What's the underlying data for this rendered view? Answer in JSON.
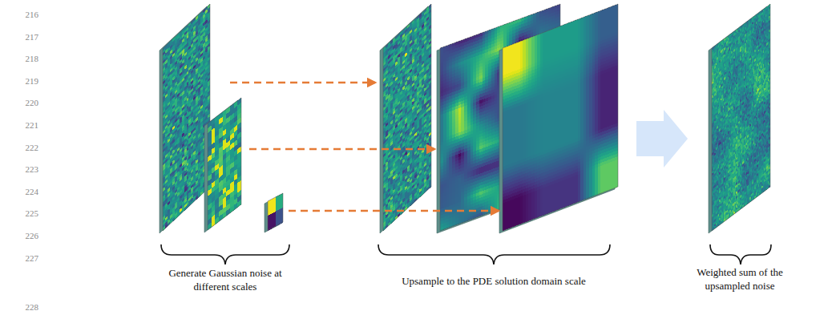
{
  "diagram": {
    "labels": [
      "216",
      "217",
      "218",
      "219",
      "220",
      "221",
      "222",
      "223",
      "224",
      "225",
      "226",
      "227",
      "228",
      "Generate Gaussian noise at different scales",
      "Upsample to the PDE solution domain scale",
      "Weighted sum of the upsampled noise"
    ]
  }
}
